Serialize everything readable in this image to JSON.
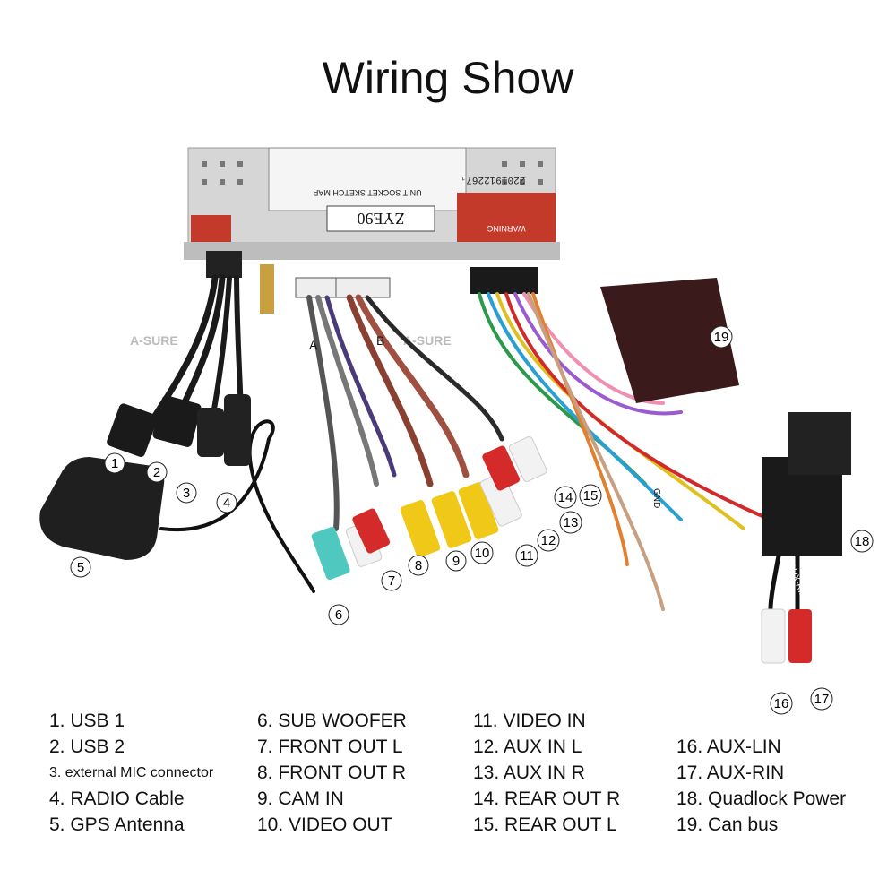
{
  "title": "Wiring Show",
  "photo": {
    "unit_label": "ZYE90",
    "serial": "2201912267₁",
    "sticker_title": "UNIT SOCKET SKETCH MAP",
    "warning_label": "WARNING",
    "watermark": "A-SURE",
    "plug_label_a": "A",
    "plug_label_b": "B",
    "gnd_label": "GND",
    "aux_rin_label": "AUX-RIN"
  },
  "callouts": [
    "1",
    "2",
    "3",
    "4",
    "5",
    "6",
    "7",
    "8",
    "9",
    "10",
    "11",
    "12",
    "13",
    "14",
    "15",
    "16",
    "17",
    "18",
    "19"
  ],
  "legend": {
    "col1": [
      "1. USB 1",
      "2. USB 2",
      "3. external MIC connector",
      "4. RADIO Cable",
      "5. GPS Antenna"
    ],
    "col2": [
      "6. SUB WOOFER",
      "7. FRONT OUT L",
      "8. FRONT OUT R",
      "9. CAM IN",
      "10. VIDEO OUT"
    ],
    "col3": [
      "11. VIDEO IN",
      "12. AUX IN L",
      "13. AUX IN R",
      "14. REAR OUT R",
      "15. REAR OUT L"
    ],
    "col4": [
      "16. AUX-LIN",
      "17. AUX-RIN",
      "18. Quadlock Power",
      "19. Can bus"
    ]
  },
  "colors": {
    "rca_red": "#d42a2a",
    "rca_white": "#f2f2f2",
    "rca_yellow": "#f0c818",
    "rca_cyan": "#4fc9c0",
    "chassis": "#c8c8c8",
    "canbus_box": "#3a1a1a"
  }
}
